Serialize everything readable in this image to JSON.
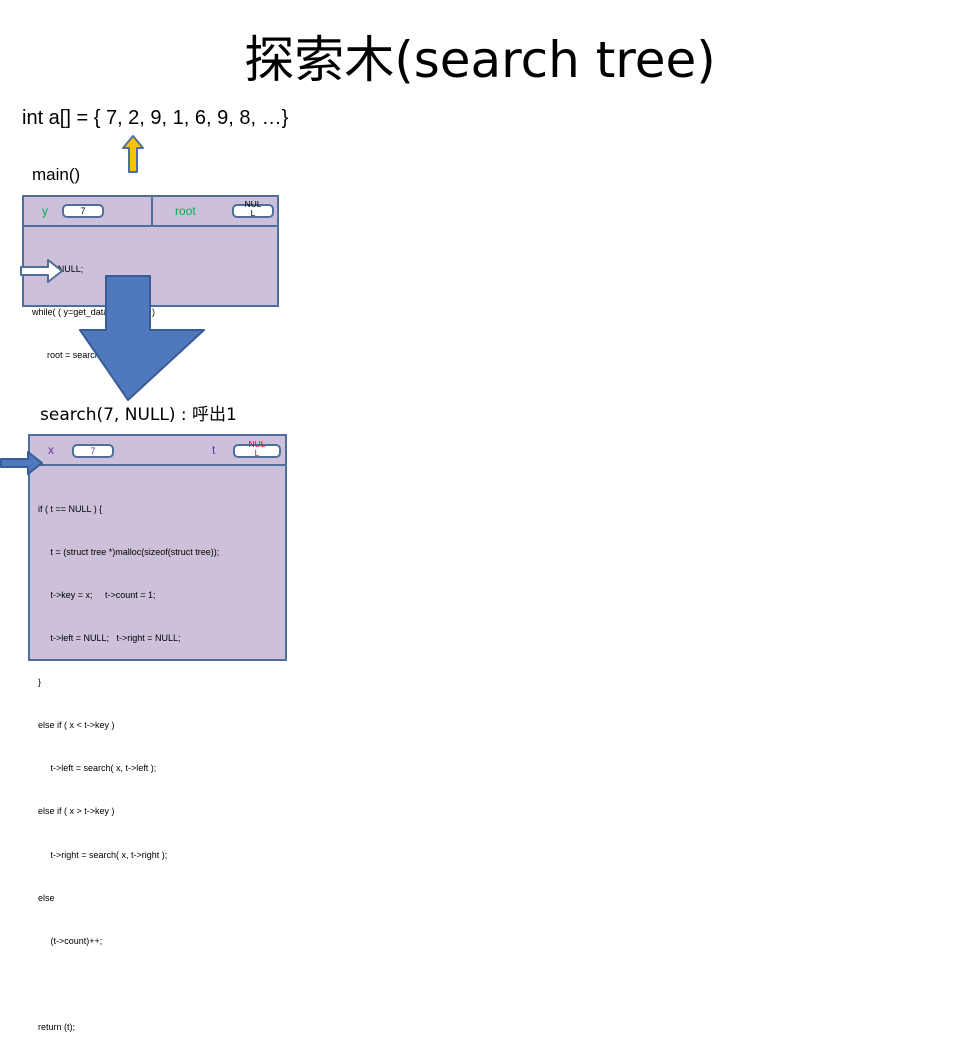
{
  "title": "探索木(search tree)",
  "array_line": "int a[] = { 7, 2, 9, 1, 6, 9, 8, …}",
  "main_frame": {
    "label": "main()",
    "vars": [
      {
        "name": "y",
        "value": "7"
      },
      {
        "name": "root",
        "value": "NUL\nL"
      }
    ],
    "code_lines": [
      "root = NULL;",
      "while( ( y=get_data() )!= EOD )",
      "      root = search( y, root )",
      "",
      "…"
    ]
  },
  "search_frame": {
    "label": "search(7, NULL) : 呼出1",
    "vars": [
      {
        "name": "x",
        "value": "7"
      },
      {
        "name": "t",
        "value": "NUL\nL"
      }
    ],
    "code_lines": [
      "if ( t == NULL ) {",
      "     t = (struct tree *)malloc(sizeof(struct tree));",
      "     t->key = x;     t->count = 1;",
      "     t->left = NULL;   t->right = NULL;",
      "}",
      "else if ( x < t->key )",
      "     t->left = search( x, t->left );",
      "else if ( x > t->key )",
      "     t->right = search( x, t->right );",
      "else",
      "     (t->count)++;",
      "",
      "return (t);"
    ]
  },
  "colors": {
    "frame_fill": "#ccc0da",
    "frame_border": "#4f6e9c",
    "var_name_main": "#00b050",
    "var_name_search": "#7030a0",
    "null_text_search": "#ff0000",
    "pointer_arrow_fill": "#ffc000",
    "call_arrow_fill": "#4f78bd"
  }
}
